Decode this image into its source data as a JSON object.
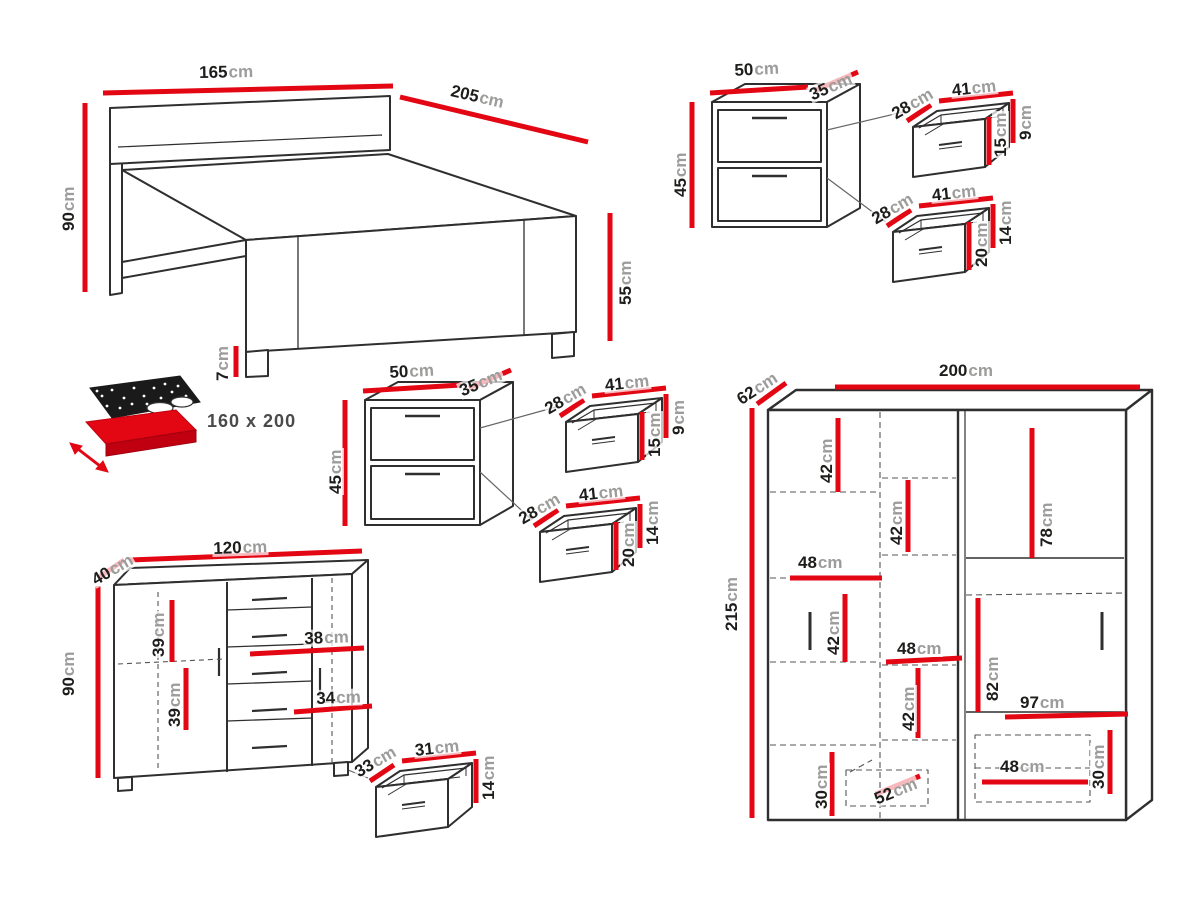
{
  "unit": "cm",
  "colors": {
    "dimension_red": "#e30613",
    "line_dark": "#2f2f2f",
    "number_text": "#1d1d1b",
    "unit_text": "#9c9c9b"
  },
  "bed": {
    "width": "165",
    "length": "205",
    "headboard_height": "90",
    "footboard_height": "55",
    "leg_height": "7",
    "mattress_size": "160 x 200"
  },
  "nightstands": {
    "width": "50",
    "depth": "35",
    "height": "45",
    "drawer_upper": {
      "depth": "28",
      "width": "41",
      "side_height": "9",
      "front_height": "15"
    },
    "drawer_lower": {
      "depth": "28",
      "width": "41",
      "side_height": "14",
      "front_height": "20"
    }
  },
  "dresser": {
    "depth": "40",
    "width": "120",
    "height": "90",
    "upper_section": "39",
    "shelf_width": "38",
    "lower_section": "39",
    "drawer_front_width": "34",
    "drawer": {
      "depth": "33",
      "width": "31",
      "height": "14"
    }
  },
  "wardrobe": {
    "depth": "62",
    "width": "200",
    "height": "215",
    "left_upper": "42",
    "middle_upper": "42",
    "right_upper": "78",
    "left_shelf_width": "48",
    "left_middle": "42",
    "middle_shelf_width": "48",
    "middle_lower": "42",
    "right_middle": "82",
    "right_shelf_width": "97",
    "left_lower": "30",
    "bottom_drawer_depth": "52",
    "bottom_drawer_width": "48",
    "right_lower": "30"
  }
}
